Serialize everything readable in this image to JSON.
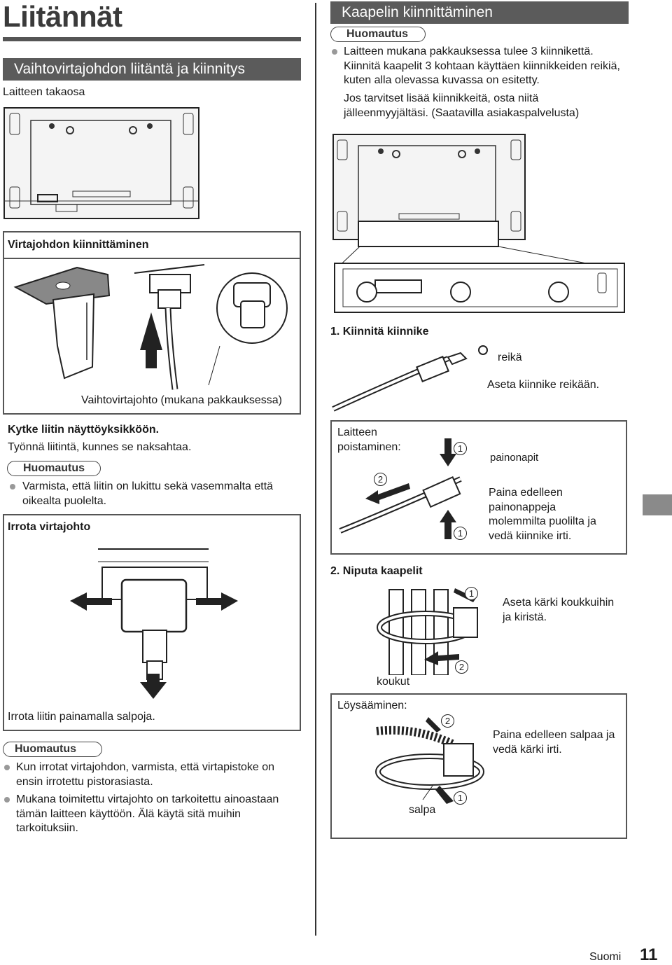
{
  "page_title": "Liitännät",
  "left": {
    "section_title": "Vaihtovirtajohdon liitäntä ja kiinnitys",
    "rear_label": "Laitteen takaosa",
    "power_box_title": "Virtajohdon kiinnittäminen",
    "cable_label": "Vaihtovirtajohto (mukana pakkauksessa)",
    "connect_bold": "Kytke liitin näyttöyksikköön.",
    "connect_text": "Työnnä liitintä, kunnes se naksahtaa.",
    "note_label": "Huomautus",
    "note_item": "Varmista, että liitin on lukittu sekä vasemmalta että oikealta puolelta.",
    "remove_title": "Irrota virtajohto",
    "remove_caption": "Irrota liitin painamalla salpoja.",
    "note2_label": "Huomautus",
    "note2_items": [
      "Kun irrotat virtajohdon, varmista, että virtapistoke on ensin irrotettu pistorasiasta.",
      "Mukana toimitettu virtajohto on tarkoitettu ainoastaan tämän laitteen käyttöön. Älä käytä sitä muihin tarkoituksiin."
    ]
  },
  "right": {
    "section_title": "Kaapelin kiinnittäminen",
    "note_label": "Huomautus",
    "note_item_1": "Laitteen mukana pakkauksessa tulee 3 kiinnikettä. Kiinnitä kaapelit 3 kohtaan käyttäen kiinnikkeiden reikiä, kuten alla olevassa kuvassa on esitetty.",
    "note_item_2": "Jos tarvitset lisää kiinnikkeitä, osta niitä jälleenmyyjältäsi. (Saatavilla asiakaspalvelusta)",
    "step1_title": "1. Kiinnitä kiinnike",
    "hole_label": "reikä",
    "insert_caption": "Aseta kiinnike reikään.",
    "removal_label_1": "Laitteen",
    "removal_label_2": "poistaminen:",
    "buttons_label": "painonapit",
    "removal_text": "Paina edelleen painonappeja molemmilta puolilta ja vedä kiinnike irti.",
    "step2_title": "2. Niputa kaapelit",
    "tie_caption": "Aseta kärki koukkuihin ja kiristä.",
    "hooks_label": "koukut",
    "loosen_label": "Löysääminen:",
    "loosen_text": "Paina edelleen salpaa ja vedä kärki irti.",
    "latch_label": "salpa",
    "num_1": "1",
    "num_2": "2"
  },
  "footer": {
    "language": "Suomi",
    "page_number": "11"
  }
}
